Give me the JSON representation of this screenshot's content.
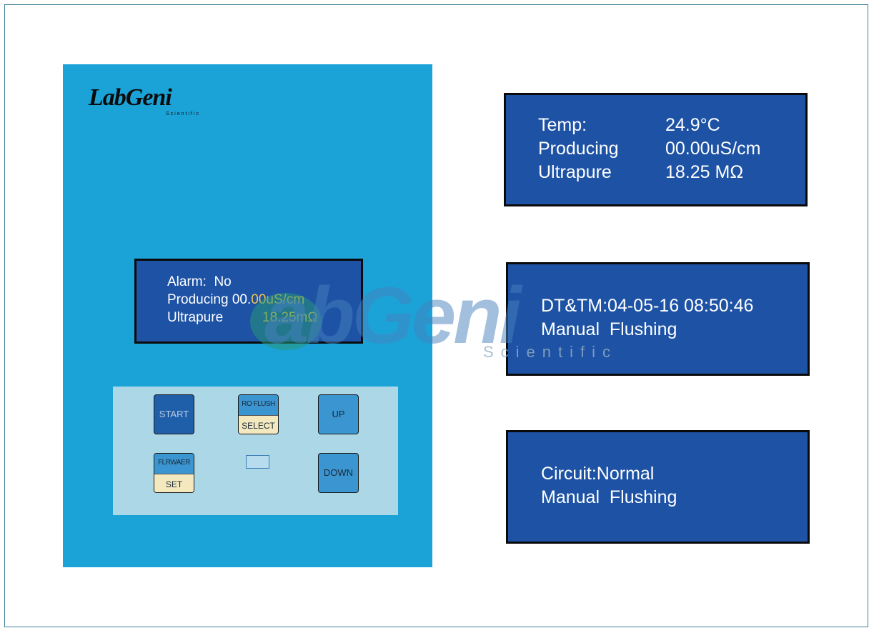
{
  "logo": {
    "name": "LabGeni",
    "sub": "Scientific"
  },
  "main_display": {
    "alarm": "Alarm:  No",
    "producing_label": "Producing 00.",
    "producing_value": "00uS/cm",
    "ultrapure_label": "Ultrapure",
    "ultrapure_value": "18.25mΩ"
  },
  "keys": {
    "start": "START",
    "ro_flush": "RO FLUSH",
    "select": "SELECT",
    "up": "UP",
    "flrwaer": "FLRWAER",
    "set": "SET",
    "down": "DOWN"
  },
  "display1": {
    "rows": [
      {
        "label": "Temp:",
        "value": "24.9°C"
      },
      {
        "label": "Producing",
        "value": "00.00uS/cm"
      },
      {
        "label": "Ultrapure",
        "value": "18.25 MΩ"
      }
    ]
  },
  "display2": {
    "line1": "DT&TM:04-05-16 08:50:46",
    "line2": "Manual  Flushing"
  },
  "display3": {
    "line1": "Circuit:Normal",
    "line2": "Manual  Flushing"
  },
  "watermark": {
    "word": "abGeni",
    "sub": "Scientific"
  },
  "colors": {
    "panel": "#1ba3d8",
    "lcd": "#1d52a5",
    "highlight": "#f7c64c"
  }
}
